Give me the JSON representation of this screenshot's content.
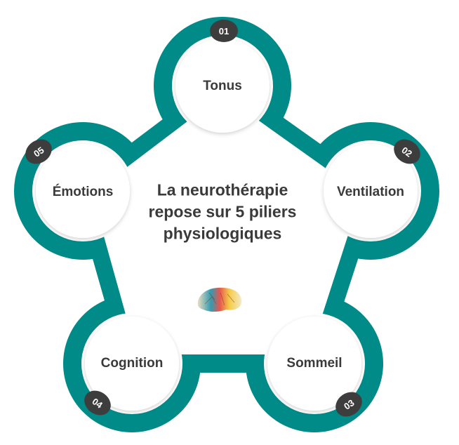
{
  "title_lines": [
    "La neurothérapie",
    "repose sur 5 piliers",
    "physiologiques"
  ],
  "colors": {
    "ring": "#008a88",
    "badge": "#3d3d3d",
    "text": "#3a3a3a"
  },
  "pillars": [
    {
      "number": "01",
      "label": "Tonus"
    },
    {
      "number": "02",
      "label": "Ventilation"
    },
    {
      "number": "03",
      "label": "Sommeil"
    },
    {
      "number": "04",
      "label": "Cognition"
    },
    {
      "number": "05",
      "label": "Émotions"
    }
  ]
}
